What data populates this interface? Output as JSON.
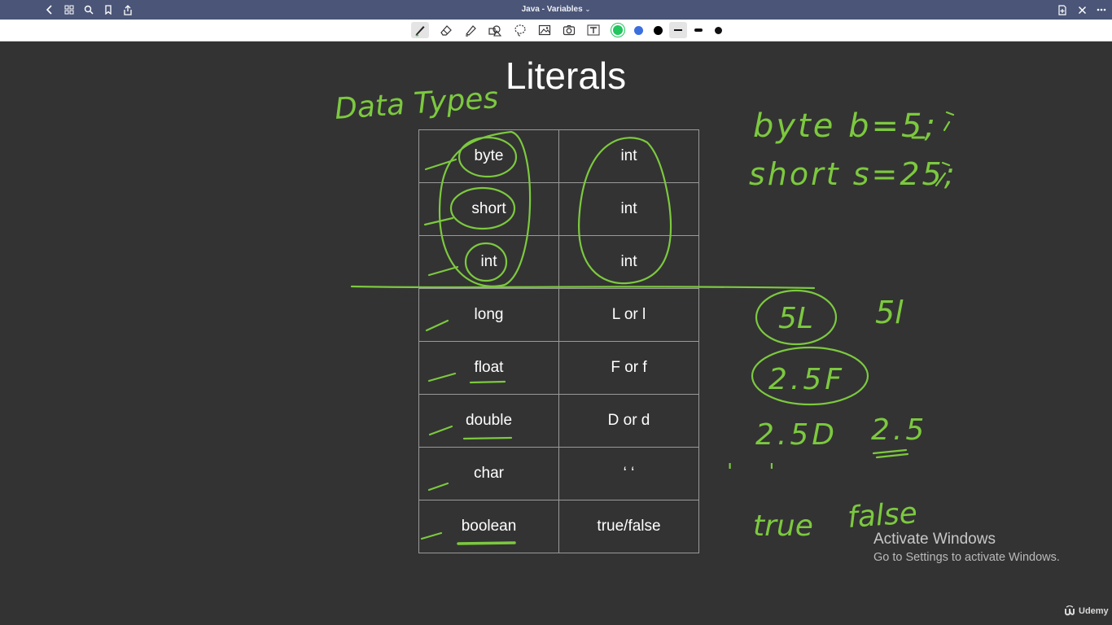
{
  "window": {
    "title": "Java - Variables"
  },
  "toolbar": {
    "colors": [
      "#22c55e",
      "#3b6fe0",
      "#000000"
    ],
    "tools": [
      "pen-icon",
      "eraser-icon",
      "highlighter-icon",
      "shapes-icon",
      "lasso-icon",
      "image-icon",
      "camera-icon",
      "text-icon"
    ]
  },
  "slide": {
    "title": "Literals",
    "rows": [
      {
        "type": "byte",
        "suffix": "int"
      },
      {
        "type": "short",
        "suffix": "int"
      },
      {
        "type": "int",
        "suffix": "int"
      },
      {
        "type": "long",
        "suffix": "L or l"
      },
      {
        "type": "float",
        "suffix": "F or f"
      },
      {
        "type": "double",
        "suffix": "D or d"
      },
      {
        "type": "char",
        "suffix": "‘ ‘"
      },
      {
        "type": "boolean",
        "suffix": "true/false"
      }
    ]
  },
  "handwriting": {
    "heading": "Data Types",
    "lines": [
      "byte b=5;",
      "short s=25;",
      "5L",
      "5l",
      "2.5F",
      "2.5D",
      "2.5",
      "' '",
      "true",
      "false"
    ],
    "ink_color": "#7cc93f"
  },
  "watermark": {
    "heading": "Activate Windows",
    "subtext": "Go to Settings to activate Windows."
  },
  "brand": {
    "name": "Udemy"
  }
}
